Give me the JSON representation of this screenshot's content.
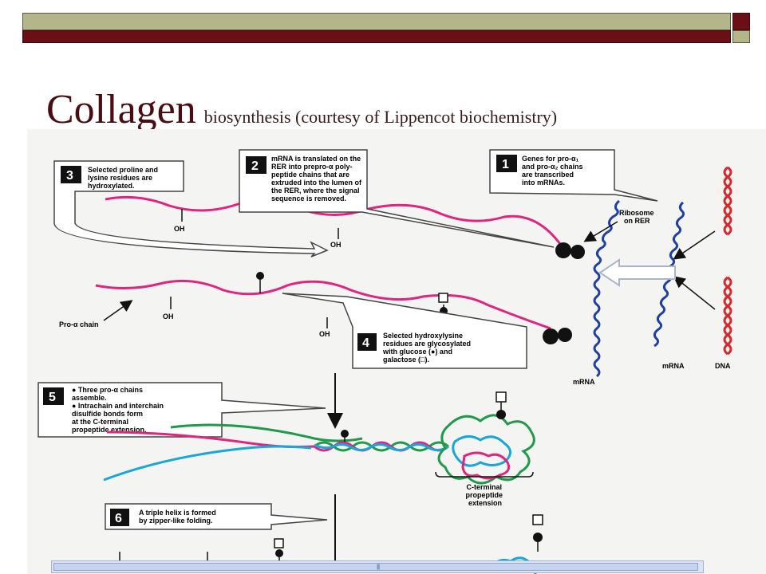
{
  "title": {
    "main": "Collagen",
    "subtitle": "biosynthesis (courtesy of Lippencot biochemistry)"
  },
  "colors": {
    "olive": "#b5b58c",
    "maroon": "#6b0f17",
    "pro_alpha_pink": "#e0257f",
    "pro_alpha_green": "#1f9a4a",
    "pro_alpha_cyan": "#1aa6d6",
    "dna_red": "#d9262b",
    "mrna_blue": "#1d3fa6"
  },
  "steps": {
    "s1": {
      "number": "1",
      "lines": [
        "Genes for pro-α₁",
        "and pro-α₂ chains",
        "are transcribed",
        "into mRNAs."
      ]
    },
    "s2": {
      "number": "2",
      "lines": [
        "mRNA is translated on the",
        "RER into prepro-α poly-",
        "peptide chains that are",
        "extruded into the lumen of",
        "the RER, where the signal",
        "sequence is removed."
      ]
    },
    "s3": {
      "number": "3",
      "lines": [
        "Selected proline and",
        "lysine residues are",
        "hydroxylated."
      ]
    },
    "s4": {
      "number": "4",
      "lines": [
        "Selected hydroxylysine",
        "residues are glycosylated",
        "with glucose (●) and",
        "galactose (□)."
      ]
    },
    "s5": {
      "number": "5",
      "lines": [
        "● Three pro-α chains",
        "  assemble.",
        "● Intrachain and interchain",
        "  disulfide bonds form",
        "  at the C-terminal",
        "  propeptide extension."
      ]
    },
    "s6": {
      "number": "6",
      "lines": [
        "A triple helix is formed",
        "by zipper-like folding."
      ]
    }
  },
  "labels": {
    "ribosome": [
      "Ribosome",
      "on RER"
    ],
    "pro_alpha_chain": "Pro-α chain",
    "mrna_bottom": "mRNA",
    "mrna_right": "mRNA",
    "dna": "DNA",
    "oh": "OH",
    "c_terminal": [
      "C-terminal",
      "propeptide",
      "extension"
    ]
  }
}
